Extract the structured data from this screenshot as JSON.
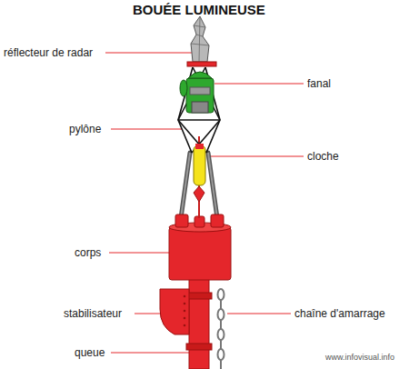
{
  "diagram": {
    "title": "BOUÉE LUMINEUSE",
    "labels": [
      "réflecteur de radar",
      "fanal",
      "pylône",
      "cloche",
      "corps",
      "stabilisateur",
      "chaîne d'amarrage",
      "queue",
      "www.infovisual.info"
    ]
  }
}
